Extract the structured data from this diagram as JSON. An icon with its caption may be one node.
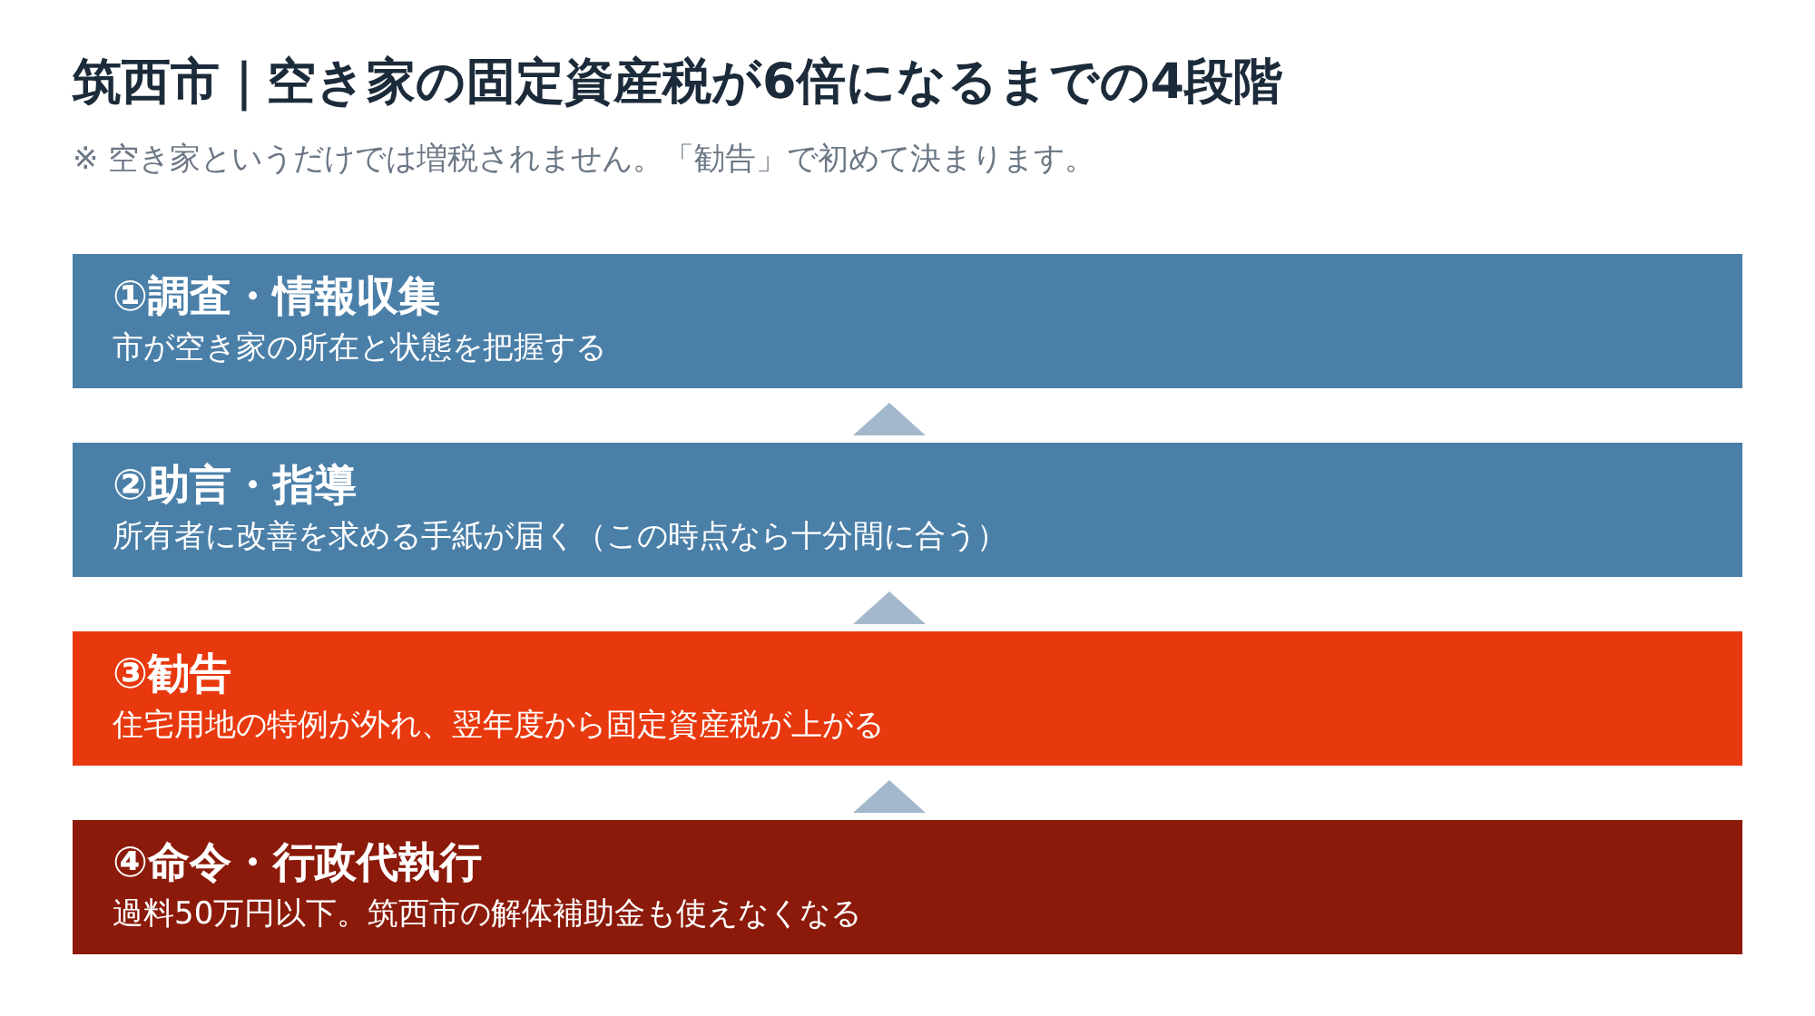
{
  "diagram": {
    "title": "筑西市｜空き家の固定資産税が6倍になるまでの4段階",
    "caption": "※ 空き家というだけでは増税されません。「勧告」で初めて決まります。",
    "nodes": [
      {
        "text": [
          "①調査・情報収集",
          "市が空き家の所在と状態を把握する"
        ]
      },
      {
        "text": [
          "②助言・指導",
          "所有者に改善を求める手紙が届く（この時点なら十分間に合う）"
        ]
      },
      {
        "text": [
          "③勧告",
          "住宅用地の特例が外れ、翌年度から固定資産税が上がる"
        ]
      },
      {
        "text": [
          "④命令・行政代執行",
          "過料50万円以下。筑西市の解体補助金も使えなくなる"
        ]
      }
    ],
    "edges": [
      {
        "from": 1,
        "to": 0,
        "arrow": "to"
      },
      {
        "from": 2,
        "to": 1,
        "arrow": "to"
      },
      {
        "from": 3,
        "to": 2,
        "arrow": "to"
      }
    ]
  }
}
